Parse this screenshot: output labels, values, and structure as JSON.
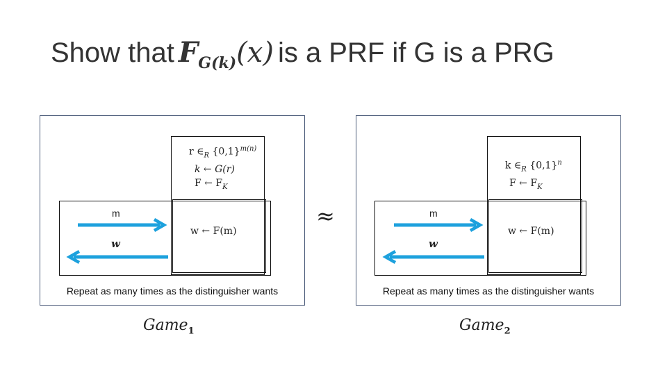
{
  "title": {
    "prefix": "Show that",
    "func": "F",
    "func_sub": "G(k)",
    "func_arg": "(x)",
    "suffix": "is a PRF if G is a PRG"
  },
  "approx_symbol": "≈",
  "arrow_color": "#1da1dd",
  "games": [
    {
      "name": "Game",
      "name_sub": "1",
      "setup": {
        "line1_a": "r ∈",
        "line1_sub": "R",
        "line1_b": "{0,1}",
        "line1_sup": "m(n)",
        "line2": "k ← G(r)",
        "line3_a": "F  ← F",
        "line3_sub": "K"
      },
      "message": "m",
      "response": "w",
      "compute": "w ← F(m)",
      "repeat_note": "Repeat as many times as the distinguisher wants"
    },
    {
      "name": "Game",
      "name_sub": "2",
      "setup": {
        "line1_a": "k ∈",
        "line1_sub": "R",
        "line1_b": "{0,1}",
        "line1_sup": "n",
        "line3_a": "F  ← F",
        "line3_sub": "K"
      },
      "message": "m",
      "response": "w",
      "compute": "w ← F(m)",
      "repeat_note": "Repeat as many times as the distinguisher wants"
    }
  ]
}
